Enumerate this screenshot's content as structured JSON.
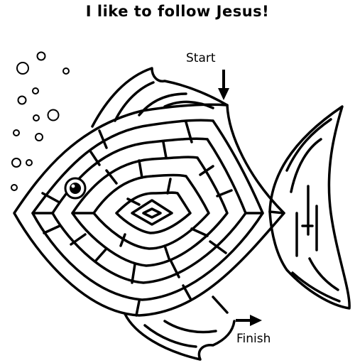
{
  "worksheet": {
    "title": "I like to follow Jesus!",
    "start_label": "Start",
    "finish_label": "Finish"
  },
  "icons": {
    "fish": "fish-maze-icon",
    "eye": "fish-eye-icon",
    "bubbles": "bubble-icon",
    "start_arrow": "arrow-down-icon",
    "finish_arrow": "arrow-right-icon"
  },
  "colors": {
    "ink": "#000000",
    "paper": "#ffffff"
  }
}
